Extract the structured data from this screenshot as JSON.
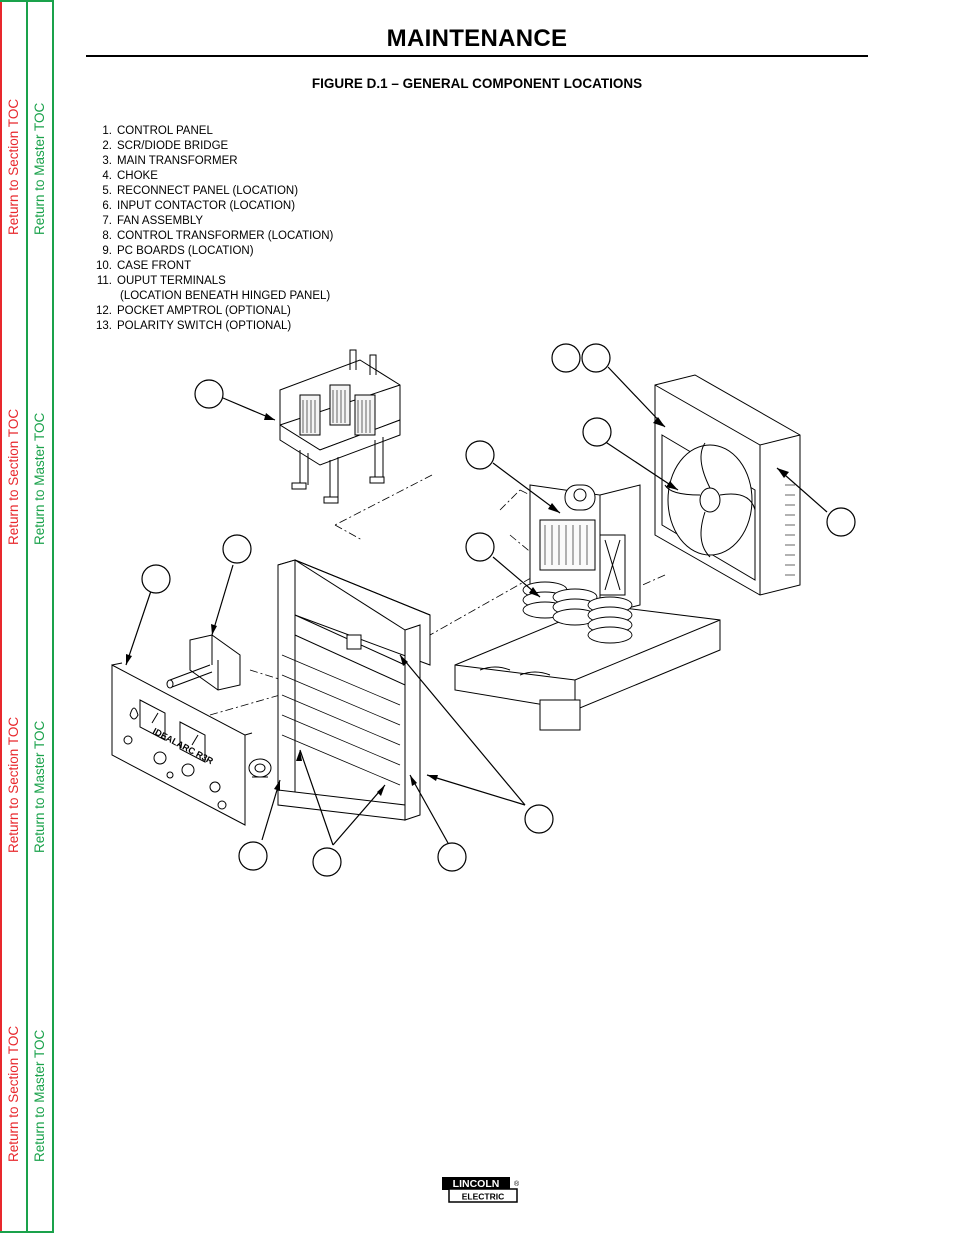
{
  "nav": {
    "section_toc": "Return to Section TOC",
    "master_toc": "Return to Master TOC"
  },
  "header": {
    "title": "MAINTENANCE"
  },
  "figure": {
    "caption": "FIGURE D.1 – GENERAL COMPONENT LOCATIONS",
    "legend": [
      {
        "num": "1.",
        "text": "CONTROL PANEL"
      },
      {
        "num": "2.",
        "text": "SCR/DIODE BRIDGE"
      },
      {
        "num": "3.",
        "text": "MAIN TRANSFORMER"
      },
      {
        "num": "4.",
        "text": "CHOKE"
      },
      {
        "num": "5.",
        "text": "RECONNECT PANEL (LOCATION)"
      },
      {
        "num": "6.",
        "text": "INPUT CONTACTOR (LOCATION)"
      },
      {
        "num": "7.",
        "text": "FAN ASSEMBLY"
      },
      {
        "num": "8.",
        "text": "CONTROL TRANSFORMER (LOCATION)"
      },
      {
        "num": "9.",
        "text": "PC BOARDS (LOCATION)"
      },
      {
        "num": "10.",
        "text": "CASE FRONT"
      },
      {
        "num": "11.",
        "text": "OUPUT TERMINALS"
      },
      {
        "num": "",
        "text": "(LOCATION BENEATH HINGED PANEL)"
      },
      {
        "num": "12.",
        "text": "POCKET AMPTROL (OPTIONAL)"
      },
      {
        "num": "13.",
        "text": "POLARITY SWITCH (OPTIONAL)"
      }
    ],
    "panel_label": "IDEALARC R3R"
  },
  "logo": {
    "line1": "LINCOLN",
    "line2": "ELECTRIC",
    "mark": "®"
  }
}
